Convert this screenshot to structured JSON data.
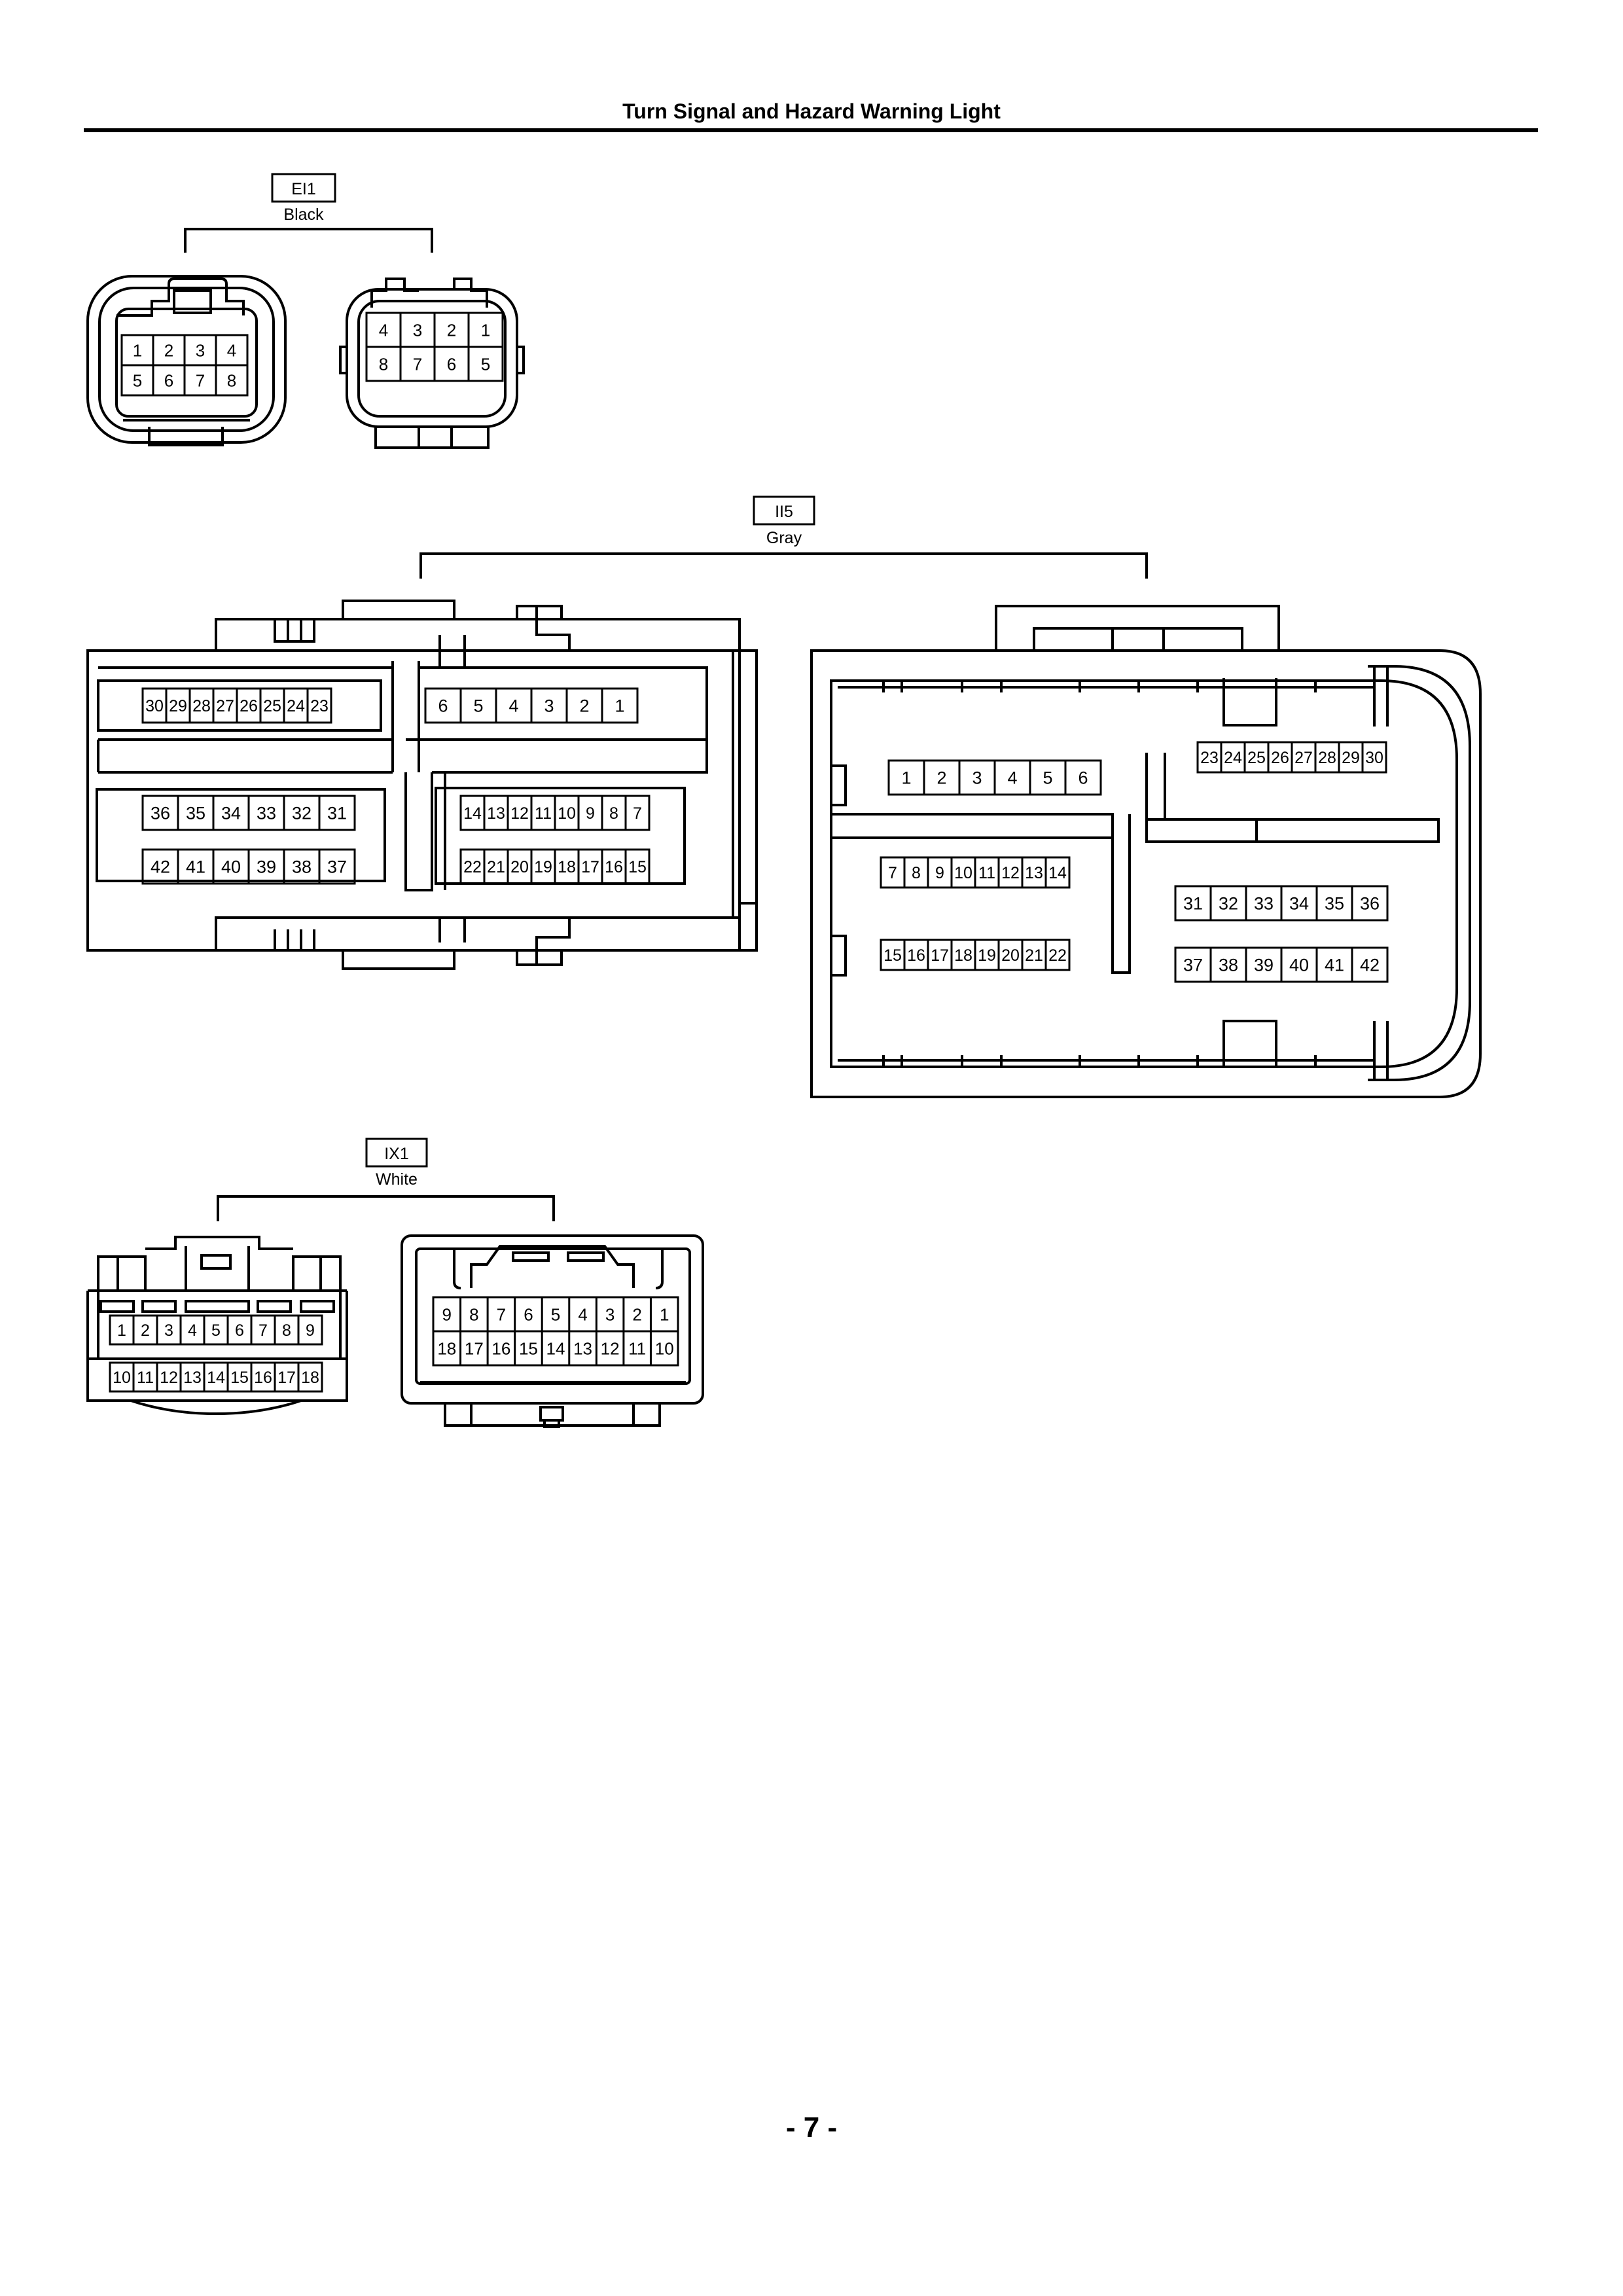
{
  "page": {
    "title": "Turn Signal and Hazard Warning Light",
    "page_number": "- 7 -"
  },
  "connectors": [
    {
      "id": "EI1",
      "color": "Black",
      "views": [
        {
          "rows": [
            [
              "1",
              "2",
              "3",
              "4"
            ],
            [
              "5",
              "6",
              "7",
              "8"
            ]
          ]
        },
        {
          "rows": [
            [
              "4",
              "3",
              "2",
              "1"
            ],
            [
              "8",
              "7",
              "6",
              "5"
            ]
          ]
        }
      ]
    },
    {
      "id": "II5",
      "color": "Gray",
      "views": [
        {
          "blocks": [
            [
              "30",
              "29",
              "28",
              "27",
              "26",
              "25",
              "24",
              "23"
            ],
            [
              "6",
              "5",
              "4",
              "3",
              "2",
              "1"
            ],
            [
              "36",
              "35",
              "34",
              "33",
              "32",
              "31"
            ],
            [
              "14",
              "13",
              "12",
              "11",
              "10",
              "9",
              "8",
              "7"
            ],
            [
              "42",
              "41",
              "40",
              "39",
              "38",
              "37"
            ],
            [
              "22",
              "21",
              "20",
              "19",
              "18",
              "17",
              "16",
              "15"
            ]
          ]
        },
        {
          "blocks": [
            [
              "1",
              "2",
              "3",
              "4",
              "5",
              "6"
            ],
            [
              "23",
              "24",
              "25",
              "26",
              "27",
              "28",
              "29",
              "30"
            ],
            [
              "7",
              "8",
              "9",
              "10",
              "11",
              "12",
              "13",
              "14"
            ],
            [
              "31",
              "32",
              "33",
              "34",
              "35",
              "36"
            ],
            [
              "15",
              "16",
              "17",
              "18",
              "19",
              "20",
              "21",
              "22"
            ],
            [
              "37",
              "38",
              "39",
              "40",
              "41",
              "42"
            ]
          ]
        }
      ]
    },
    {
      "id": "IX1",
      "color": "White",
      "views": [
        {
          "rows": [
            [
              "1",
              "2",
              "3",
              "4",
              "5",
              "6",
              "7",
              "8",
              "9"
            ],
            [
              "10",
              "11",
              "12",
              "13",
              "14",
              "15",
              "16",
              "17",
              "18"
            ]
          ]
        },
        {
          "rows": [
            [
              "9",
              "8",
              "7",
              "6",
              "5",
              "4",
              "3",
              "2",
              "1"
            ],
            [
              "18",
              "17",
              "16",
              "15",
              "14",
              "13",
              "12",
              "11",
              "10"
            ]
          ]
        }
      ]
    }
  ]
}
